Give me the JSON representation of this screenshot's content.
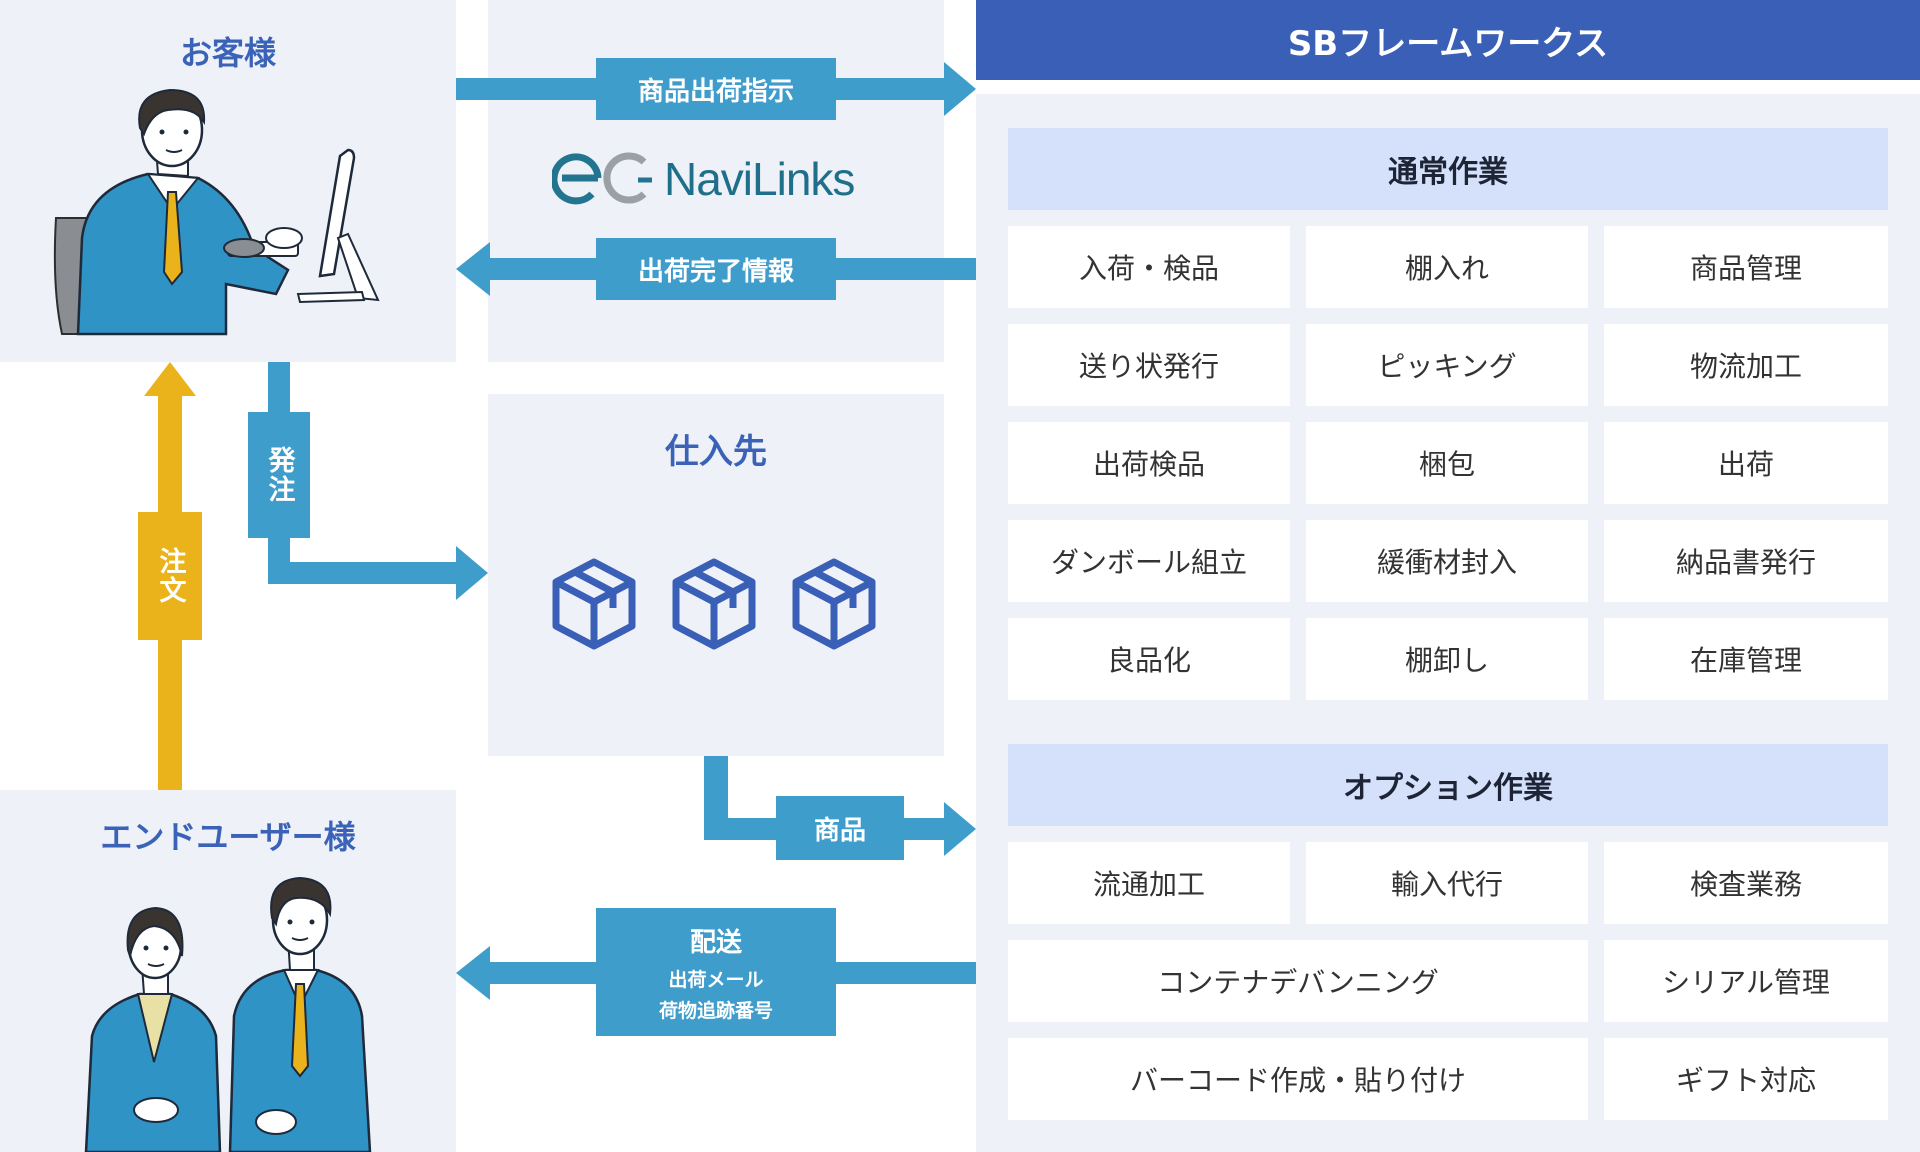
{
  "customer": {
    "title": "お客様"
  },
  "enduser": {
    "title": "エンドユーザー様"
  },
  "supplier": {
    "title": "仕入先"
  },
  "ec_logo": {
    "text_main": "NaviLinks"
  },
  "arrows": {
    "instruction": "商品出荷指示",
    "complete": "出荷完了情報",
    "order_place": "発注",
    "order": "注文",
    "goods": "商品",
    "delivery": {
      "main": "配送",
      "sub1": "出荷メール",
      "sub2": "荷物追跡番号"
    }
  },
  "framework": {
    "header": "SBフレームワークス",
    "normal": {
      "title": "通常作業",
      "rows": [
        [
          "入荷・検品",
          "棚入れ",
          "商品管理"
        ],
        [
          "送り状発行",
          "ピッキング",
          "物流加工"
        ],
        [
          "出荷検品",
          "梱包",
          "出荷"
        ],
        [
          "ダンボール組立",
          "緩衝材封入",
          "納品書発行"
        ],
        [
          "良品化",
          "棚卸し",
          "在庫管理"
        ]
      ]
    },
    "option": {
      "title": "オプション作業",
      "row1": [
        "流通加工",
        "輸入代行",
        "検査業務"
      ],
      "row2": [
        "コンテナデバンニング",
        "シリアル管理"
      ],
      "row3": [
        "バーコード作成・貼り付け",
        "ギフト対応"
      ]
    }
  },
  "colors": {
    "arrow_blue": "#3f9dcc",
    "arrow_yellow": "#eab31c",
    "header_blue": "#3a5fb6",
    "panel": "#eef1f8",
    "section_head": "#d5e1fb"
  }
}
